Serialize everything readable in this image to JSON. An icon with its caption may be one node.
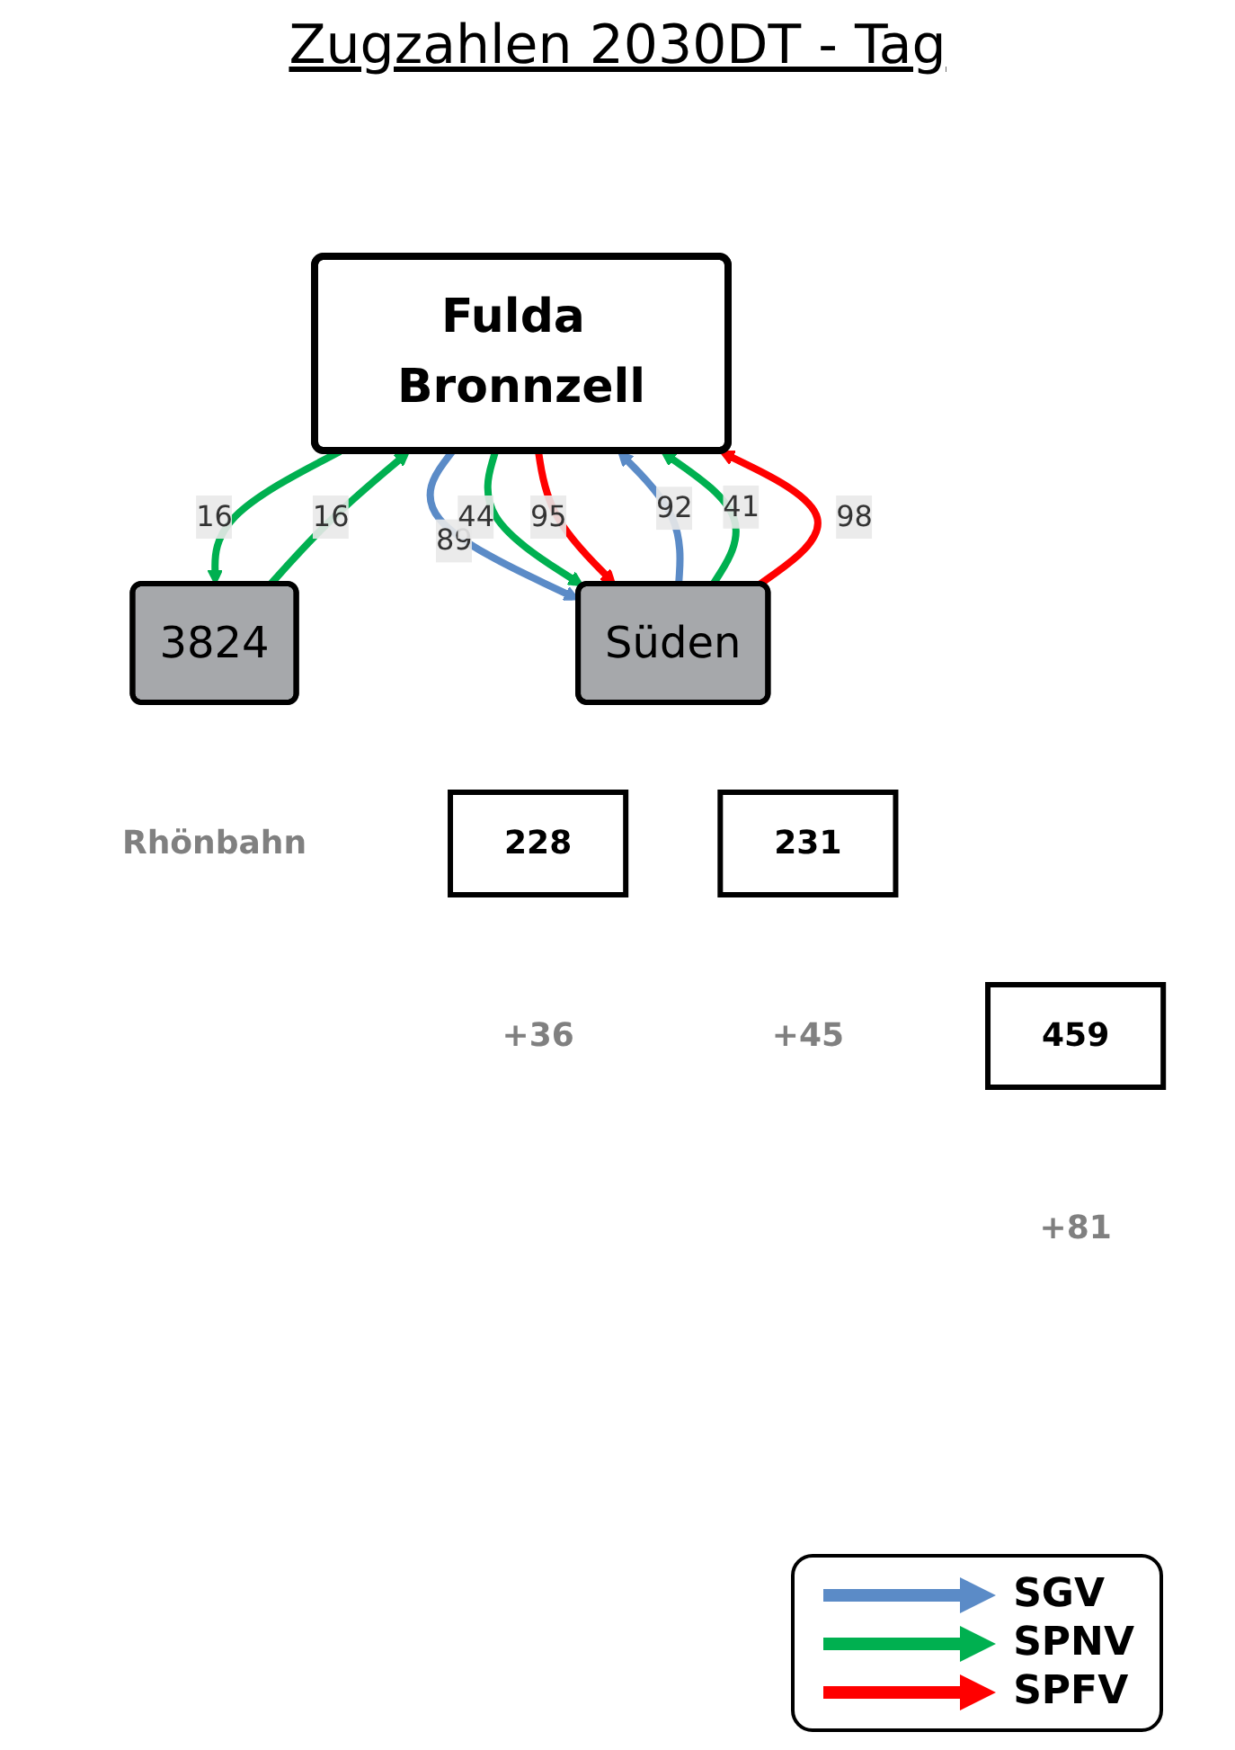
{
  "diagram": {
    "title": "Zugzahlen 2030DT - Tag",
    "nodes": [
      {
        "text": [
          "Fulda Bronnzell"
        ]
      },
      {
        "text": [
          "3824"
        ],
        "beside": [
          "Rhönbahn"
        ]
      },
      {
        "text": [
          "Süden"
        ]
      },
      {
        "text": [
          "228"
        ],
        "beside": [
          "+36"
        ]
      },
      {
        "text": [
          "231"
        ],
        "beside": [
          "+45"
        ]
      },
      {
        "text": [
          "459"
        ],
        "beside": [
          "+81"
        ]
      }
    ],
    "edges": [
      {
        "from": 1,
        "to": 0,
        "arrow": "to",
        "label": "16",
        "color": "#00b050"
      },
      {
        "from": 0,
        "to": 1,
        "arrow": "to",
        "label": "16",
        "color": "#00b050"
      },
      {
        "from": 0,
        "to": 2,
        "arrow": "to",
        "label": "89",
        "color": "#5b8bc7"
      },
      {
        "from": 0,
        "to": 2,
        "arrow": "to",
        "label": "44",
        "color": "#00b050"
      },
      {
        "from": 0,
        "to": 2,
        "arrow": "to",
        "label": "95",
        "color": "#ff0000"
      },
      {
        "from": 2,
        "to": 0,
        "arrow": "to",
        "label": "92",
        "color": "#5b8bc7"
      },
      {
        "from": 2,
        "to": 0,
        "arrow": "to",
        "label": "41",
        "color": "#00b050"
      },
      {
        "from": 2,
        "to": 0,
        "arrow": "to",
        "label": "98",
        "color": "#ff0000"
      }
    ],
    "legend": [
      {
        "text": "SGV",
        "color": "#5b8bc7"
      },
      {
        "text": "SPNV",
        "color": "#00b050"
      },
      {
        "text": "SPFV",
        "color": "#ff0000"
      }
    ]
  }
}
